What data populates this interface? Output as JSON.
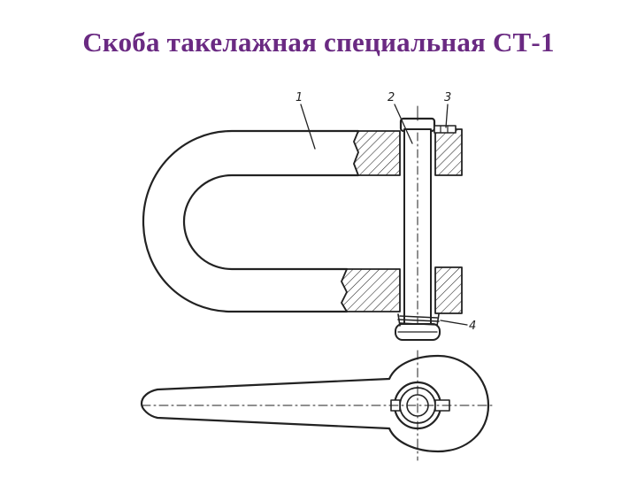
{
  "slide": {
    "title": "Скоба такелажная специальная СТ-1",
    "title_color": "#6a2a82"
  },
  "drawing": {
    "ink_color": "#222222",
    "callouts": [
      "1",
      "2",
      "3",
      "4"
    ]
  }
}
